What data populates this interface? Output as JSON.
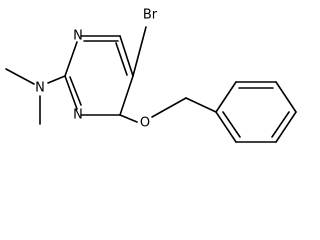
{
  "molecule": {
    "atom_labels": {
      "bromine": "Br",
      "ring_nitrogen_upper": "N",
      "ring_nitrogen_lower": "N",
      "amine_nitrogen": "N",
      "ether_oxygen": "O"
    },
    "colors": {
      "bond": "#000000",
      "label": "#000000",
      "background": "#ffffff"
    }
  }
}
